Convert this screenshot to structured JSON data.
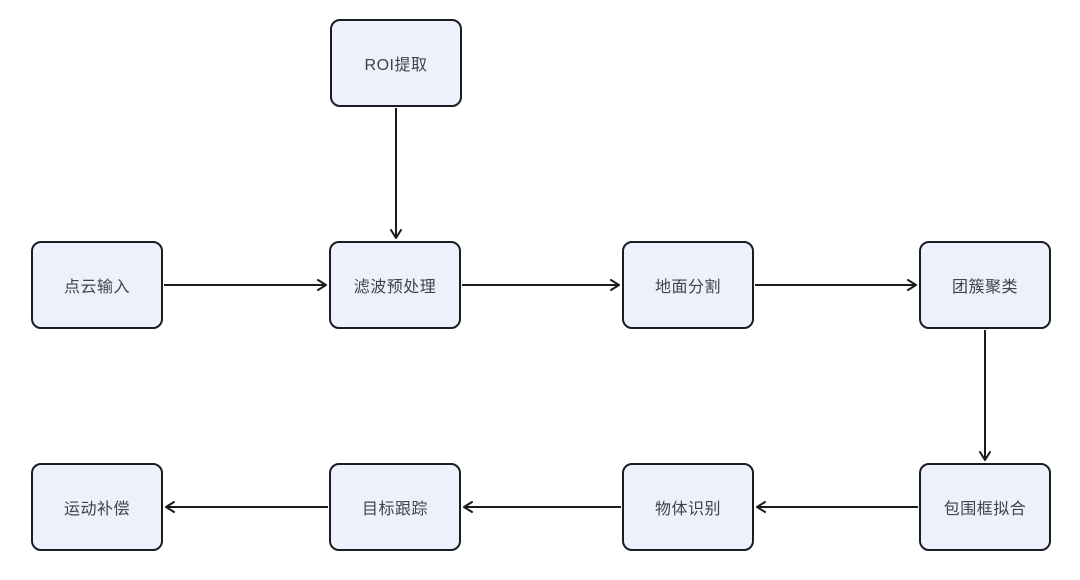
{
  "diagram": {
    "type": "flowchart",
    "colors": {
      "background": "#ffffff",
      "node_fill": "#edf1fb",
      "node_border": "#1a1d24",
      "arrow": "#1b1b1b",
      "text": "#3f434d"
    },
    "nodes": {
      "roi": {
        "label": "ROI提取"
      },
      "point_cloud_input": {
        "label": "点云输入"
      },
      "filter_preprocess": {
        "label": "滤波预处理"
      },
      "ground_segmentation": {
        "label": "地面分割"
      },
      "clustering": {
        "label": "团簇聚类"
      },
      "bbox_fitting": {
        "label": "包围框拟合"
      },
      "object_recognition": {
        "label": "物体识别"
      },
      "target_tracking": {
        "label": "目标跟踪"
      },
      "motion_compensation": {
        "label": "运动补偿"
      }
    },
    "edges": [
      {
        "from": "ROI提取",
        "to": "滤波预处理",
        "direction": "down"
      },
      {
        "from": "点云输入",
        "to": "滤波预处理",
        "direction": "right"
      },
      {
        "from": "滤波预处理",
        "to": "地面分割",
        "direction": "right"
      },
      {
        "from": "地面分割",
        "to": "团簇聚类",
        "direction": "right"
      },
      {
        "from": "团簇聚类",
        "to": "包围框拟合",
        "direction": "down"
      },
      {
        "from": "包围框拟合",
        "to": "物体识别",
        "direction": "left"
      },
      {
        "from": "物体识别",
        "to": "目标跟踪",
        "direction": "left"
      },
      {
        "from": "目标跟踪",
        "to": "运动补偿",
        "direction": "left"
      }
    ]
  }
}
